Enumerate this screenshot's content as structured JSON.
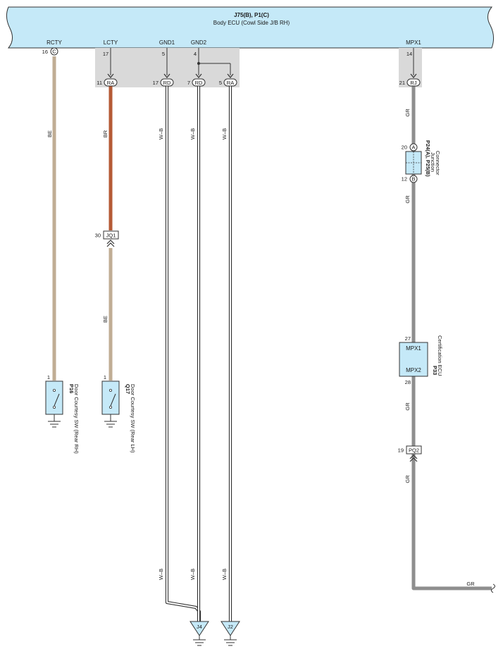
{
  "ecu": {
    "title": "J75(B), P1(C)",
    "subtitle": "Body ECU (Cowl Side J/B RH)",
    "fill": "#c5e9f8",
    "pins": {
      "rcty": {
        "name": "RCTY",
        "pin": "16",
        "connector": "C"
      },
      "lcty": {
        "name": "LCTY",
        "pin": "17"
      },
      "gnd1": {
        "name": "GND1",
        "pin": "5"
      },
      "gnd2": {
        "name": "GND2",
        "pin": "4"
      },
      "mpx1": {
        "name": "MPX1",
        "pin": "14"
      }
    }
  },
  "junction_box": {
    "ra_lcty": {
      "pin": "11",
      "label": "RA"
    },
    "rd_gnd1": {
      "pin": "17",
      "label": "RD"
    },
    "rd_gnd2": {
      "pin": "7",
      "label": "RD"
    },
    "ra_gnd2": {
      "pin": "5",
      "label": "RA"
    },
    "rj_mpx1": {
      "pin": "21",
      "label": "RJ"
    }
  },
  "wires": {
    "rcty_color": "BE",
    "lcty_upper_color": "BR",
    "lcty_lower_color": "BE",
    "gnd_upper": [
      "W–B",
      "W–B",
      "W–B"
    ],
    "gnd_lower": [
      "W–B",
      "W–B",
      "W–B"
    ],
    "mpx_colors": [
      "GR",
      "GR",
      "GR",
      "GR",
      "GR"
    ]
  },
  "colors": {
    "be": "#c0ad94",
    "br": "#b55a35",
    "gr": "#8e8e8e",
    "shade": "#d9d9d9",
    "component_fill": "#c5e9f8"
  },
  "connectors": {
    "jq1": {
      "pin": "30",
      "label": "JQ1"
    },
    "pq2": {
      "pin": "19",
      "label": "PQ2"
    }
  },
  "junction_connector": {
    "id": "P24(A), P25(B)",
    "name_line1": "Junction",
    "name_line2": "Connector",
    "top_pin": "20",
    "top_tag": "A",
    "bottom_pin": "12",
    "bottom_tag": "B"
  },
  "certification_ecu": {
    "id": "P33",
    "name": "Certification ECU",
    "in_label": "MPX1",
    "out_label": "MPX2",
    "in_pin": "27",
    "out_pin": "28"
  },
  "switches": {
    "p16": {
      "id": "P16",
      "name": "Door Courtesy SW (Rear RH)",
      "pin": "1"
    },
    "q17": {
      "id": "Q17",
      "name": "Door Courtesy SW (Rear LH)",
      "pin": "1"
    }
  },
  "grounds": {
    "j4": "J4",
    "j2": "J2"
  }
}
